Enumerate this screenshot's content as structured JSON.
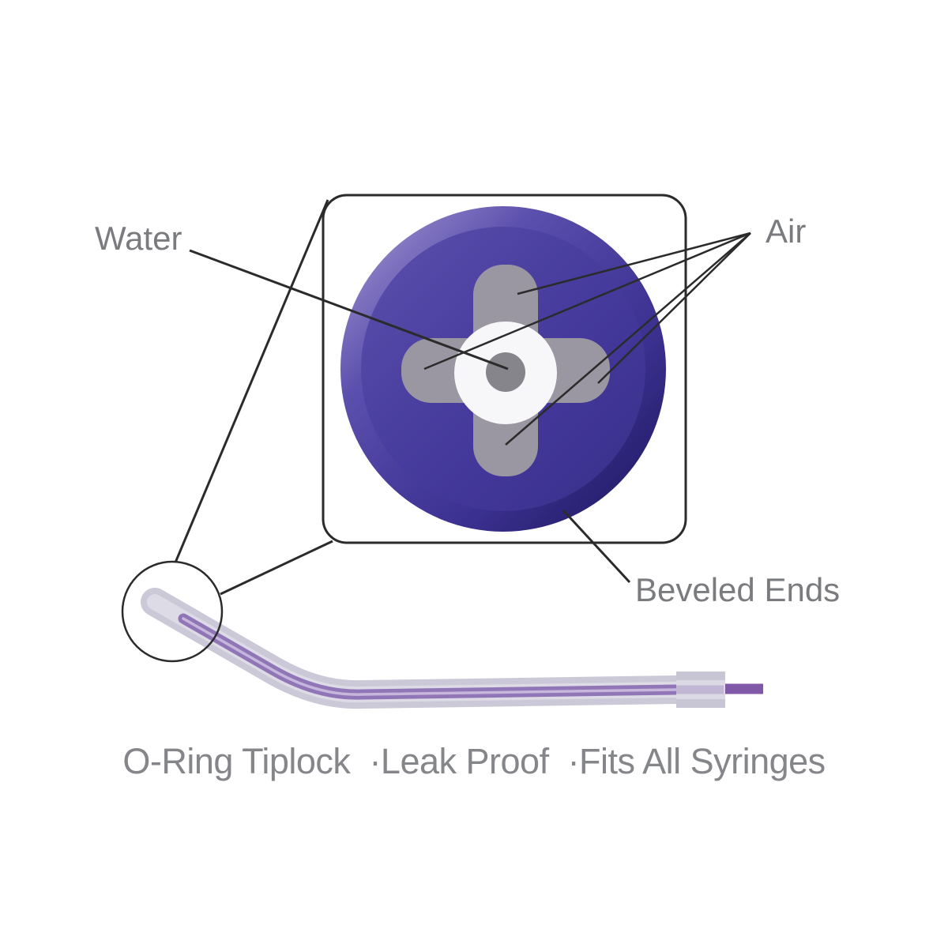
{
  "labels": {
    "water": "Water",
    "air": "Air",
    "beveled_ends": "Beveled Ends"
  },
  "caption": "O-Ring Tiplock  ·Leak Proof  ·Fits All Syringes",
  "colors": {
    "disc_face": "#473c9b",
    "disc_highlight": "#b2a7da",
    "disc_shadow": "#1b144c",
    "air_channels_cross": "#9b97a2",
    "water_ring": "#f7f7fa",
    "water_dot": "#85858b",
    "callout_line": "#2b2b2b",
    "label_text": "#7a7b7e",
    "caption_text": "#85868a",
    "tube_body": "#cbc9d7",
    "tube_core": "#9076b7",
    "tip_rod": "#8157a8"
  }
}
